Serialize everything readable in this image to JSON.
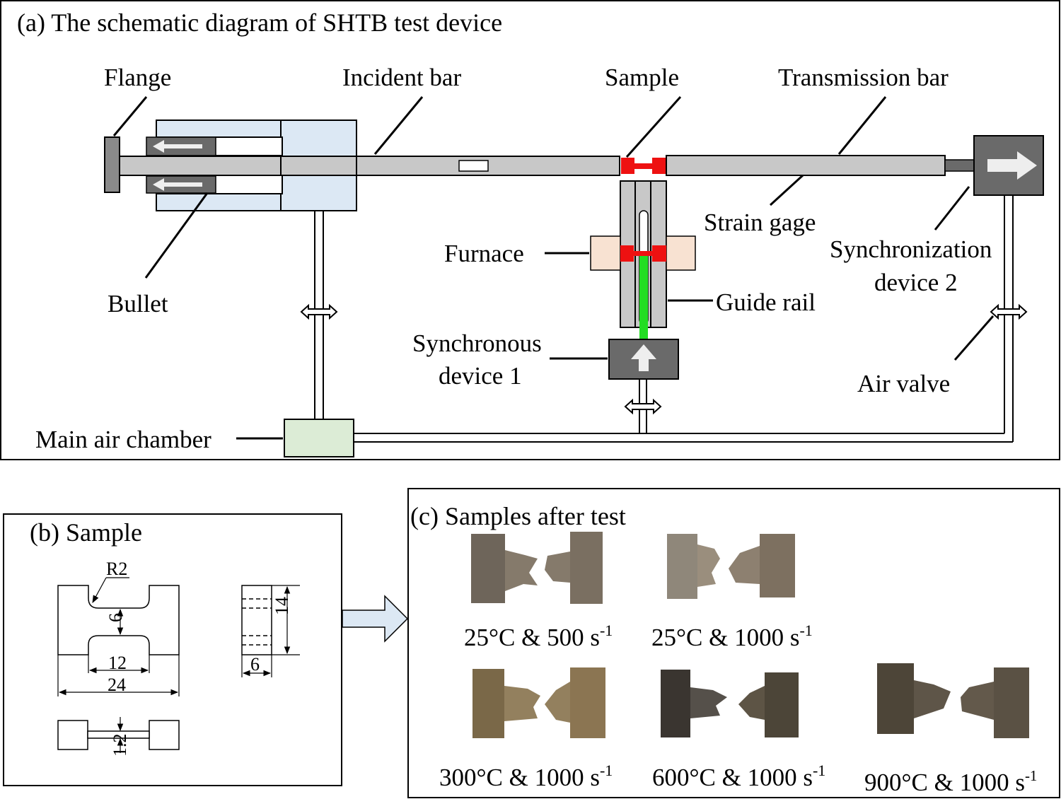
{
  "panel_a": {
    "title": "(a) The schematic diagram of SHTB test device",
    "labels": {
      "flange": "Flange",
      "incident_bar": "Incident bar",
      "sample": "Sample",
      "transmission_bar": "Transmission bar",
      "bullet": "Bullet",
      "strain_gage": "Strain gage",
      "furnace": "Furnace",
      "sync2_line1": "Synchronization",
      "sync2_line2": "device 2",
      "guide_rail": "Guide rail",
      "sync1_line1": "Synchronous",
      "sync1_line2": "device 1",
      "air_valve": "Air valve",
      "main_air_chamber": "Main air chamber"
    }
  },
  "panel_b": {
    "title": "(b) Sample",
    "dims": {
      "radius": "R2",
      "width": "6",
      "gauge_length": "12",
      "total_length": "24",
      "height": "14",
      "side_width": "6",
      "thickness": "1.2"
    }
  },
  "panel_c": {
    "title": "(c) Samples after test",
    "captions": [
      {
        "condition": "25°C & 500 s",
        "exp": "-1"
      },
      {
        "condition": "25°C & 1000 s",
        "exp": "-1"
      },
      {
        "condition": "300°C & 1000 s",
        "exp": "-1"
      },
      {
        "condition": "600°C & 1000 s",
        "exp": "-1"
      },
      {
        "condition": "900°C & 1000 s",
        "exp": "-1"
      }
    ]
  },
  "colors": {
    "bar_gray": "#c8c8c8",
    "dark_gray": "#6a6a6a",
    "gun_blue": "#dce8f4",
    "sample_red": "#ee1111",
    "rail_green": "#22dd22",
    "furnace_peach": "#f8e2d2",
    "chamber_green": "#dcecd6"
  }
}
